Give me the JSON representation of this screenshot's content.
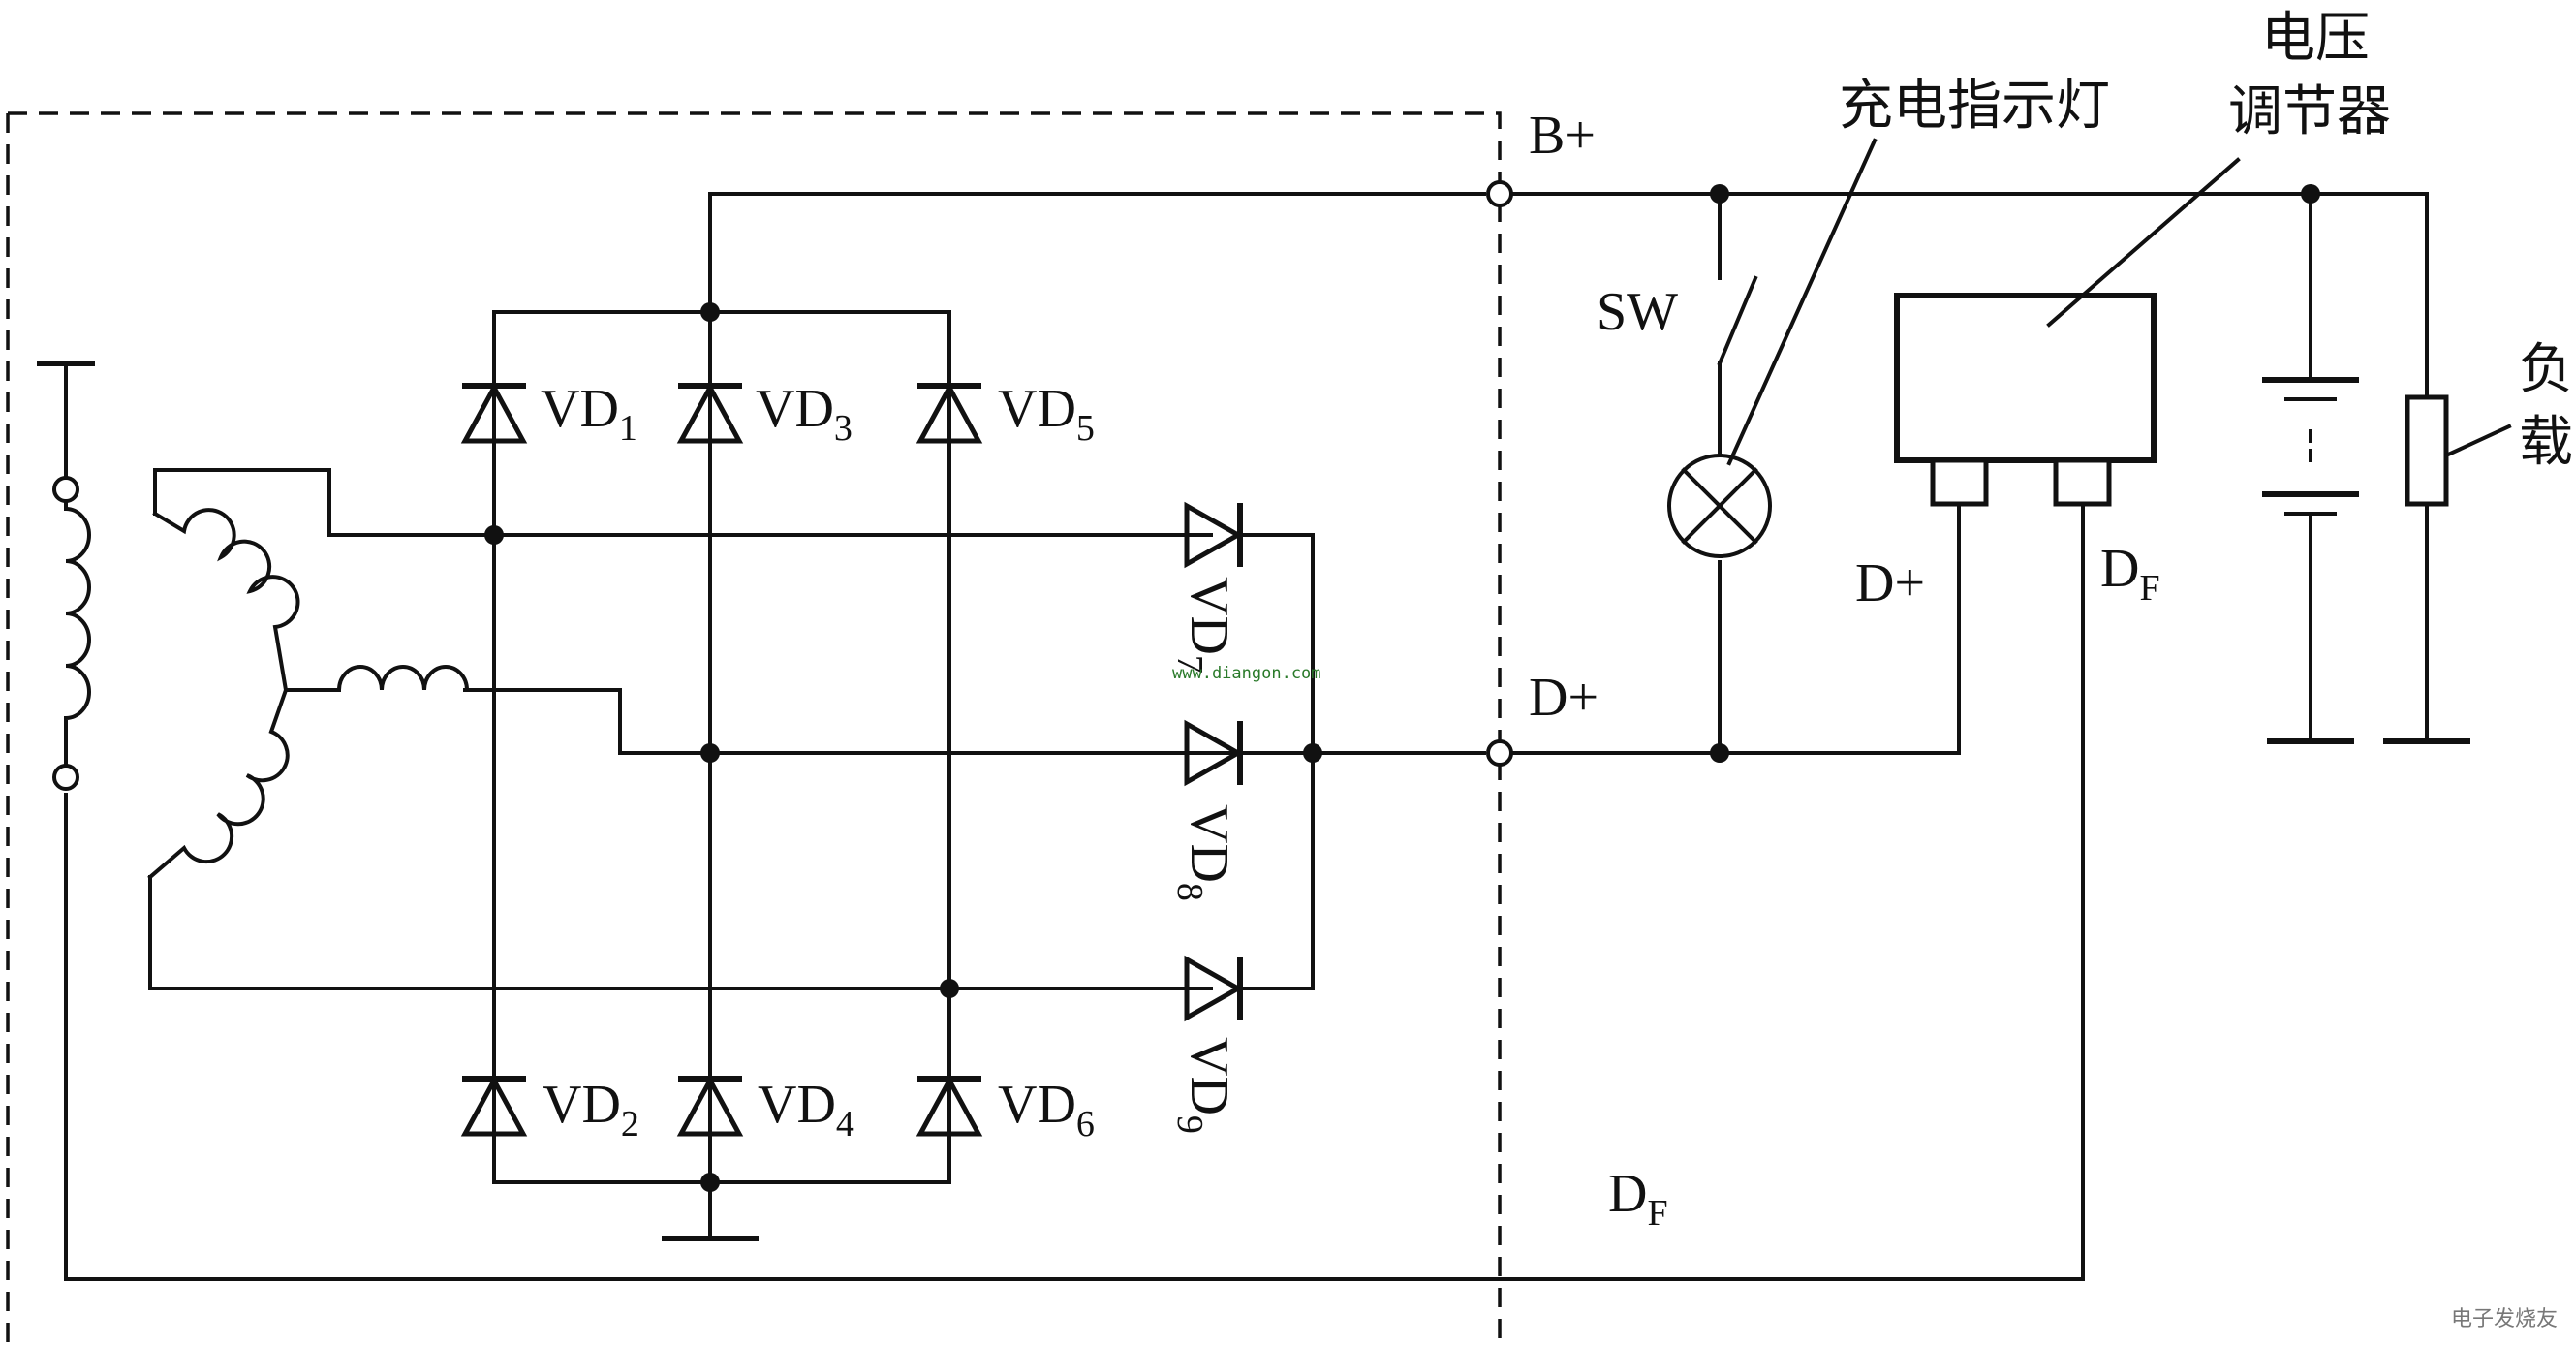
{
  "labels": {
    "b_plus": "B+",
    "d_plus_terminal": "D+",
    "d_plus_regulator": "D+",
    "df_bottom": "D",
    "df_bottom_sub": "F",
    "df_regulator": "D",
    "df_regulator_sub": "F",
    "sw": "SW",
    "lamp": "充电指示灯",
    "regulator_line1": "电压",
    "regulator_line2": "调节器",
    "load_line1": "负",
    "load_line2": "载"
  },
  "diodes": {
    "vd1": {
      "main": "VD",
      "sub": "1"
    },
    "vd2": {
      "main": "VD",
      "sub": "2"
    },
    "vd3": {
      "main": "VD",
      "sub": "3"
    },
    "vd4": {
      "main": "VD",
      "sub": "4"
    },
    "vd5": {
      "main": "VD",
      "sub": "5"
    },
    "vd6": {
      "main": "VD",
      "sub": "6"
    },
    "vd7": {
      "main": "VD",
      "sub": "7"
    },
    "vd8": {
      "main": "VD",
      "sub": "8"
    },
    "vd9": {
      "main": "VD",
      "sub": "9"
    }
  },
  "watermark": {
    "url": "www.diangon.com",
    "corner": "电子发烧友"
  },
  "colors": {
    "line": "#111111",
    "watermark_url": "#2a7a2a"
  }
}
